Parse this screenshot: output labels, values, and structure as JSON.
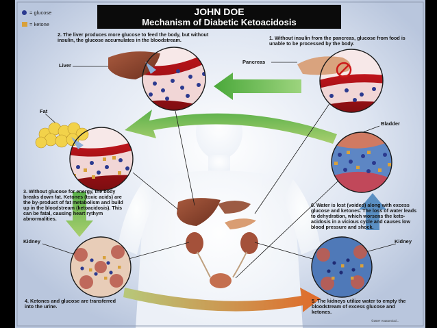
{
  "title": {
    "main": "JOHN DOE",
    "sub": "Mechanism of Diabetic Ketoacidosis"
  },
  "legend": {
    "glucose": "= glucose",
    "ketone": "= ketone",
    "glucose_color": "#2b3a8f",
    "ketone_color": "#d9a13b"
  },
  "labels": {
    "liver": "Liver",
    "pancreas": "Pancreas",
    "fat": "Fat",
    "bladder": "Bladder",
    "kidney_left": "Kidney",
    "kidney_right": "Kidney"
  },
  "steps": {
    "step1": "1. Without insulin from the pancreas, glucose from food is unable to be processed by the body.",
    "step2": "2. The liver produces more glucose to feed the body, but without insulin, the glucose accumulates in the bloodstream.",
    "step3": "3. Without glucose for energy, the body breaks down fat. Ketones (toxic acids) are the by-product of fat metabolism and build up in the bloodstream (ketoacidosis). This can be fatal, causing heart rythym abnormalities.",
    "step4": "4. Ketones and glucose are transferred into the urine.",
    "step5": "5. The kidneys utilize water to empty the bloodstream of excess glucose and ketones.",
    "step6": "6. Water is lost (voided) along with excess glucose and ketones. The loss of water leads to dehydration, which worsens the keto-acidosis in a vicious cycle and causes low blood pressure and shock."
  },
  "credit": "©2007 Anatomical..."
}
